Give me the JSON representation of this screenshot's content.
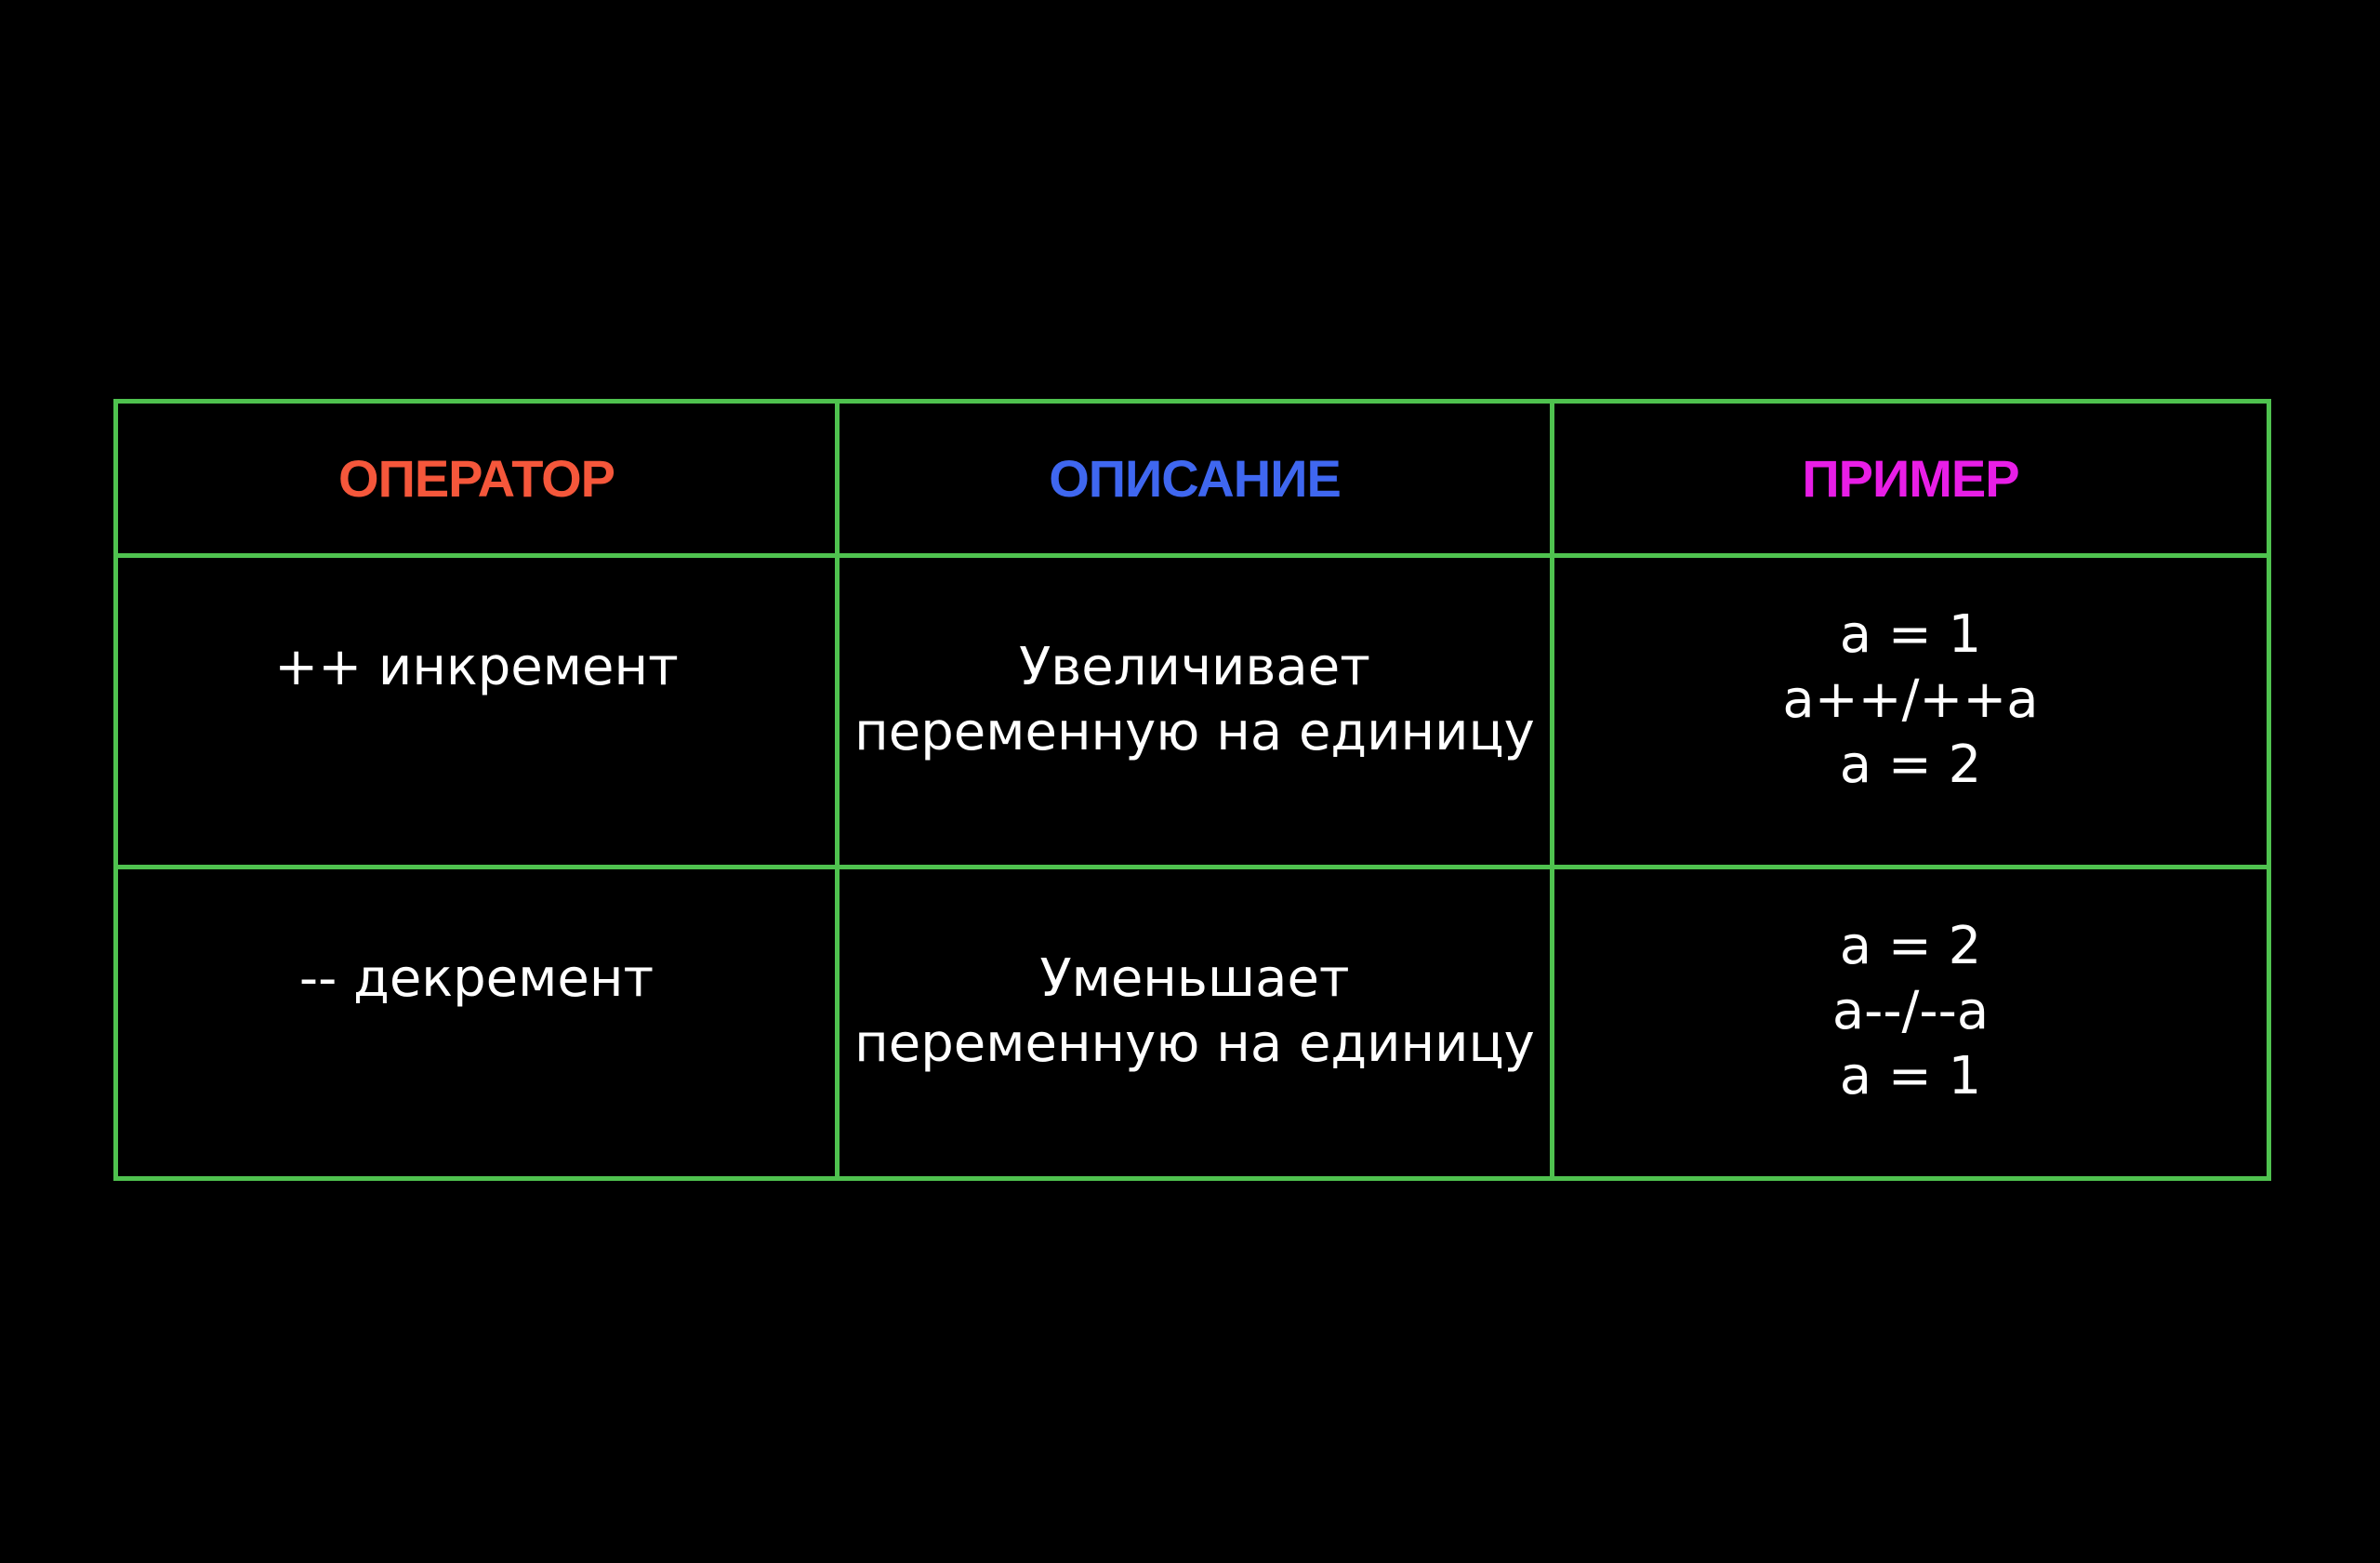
{
  "table": {
    "border_color": "#4fc24f",
    "background": "#000000",
    "headers": [
      {
        "label": "ОПЕРАТОР",
        "color": "#f5573b"
      },
      {
        "label": "ОПИСАНИЕ",
        "color": "#3f67f0"
      },
      {
        "label": "ПРИМЕР",
        "color": "#e81ee6"
      }
    ],
    "rows": [
      {
        "operator": "++ инкремент",
        "description": [
          "Увеличивает",
          "переменную на единицу"
        ],
        "example": [
          "a = 1",
          "a++/++a",
          "a = 2"
        ]
      },
      {
        "operator": "-- декремент",
        "description": [
          "Уменьшает",
          "переменную на единицу"
        ],
        "example": [
          "a = 2",
          "a--/--a",
          "a = 1"
        ]
      }
    ]
  }
}
